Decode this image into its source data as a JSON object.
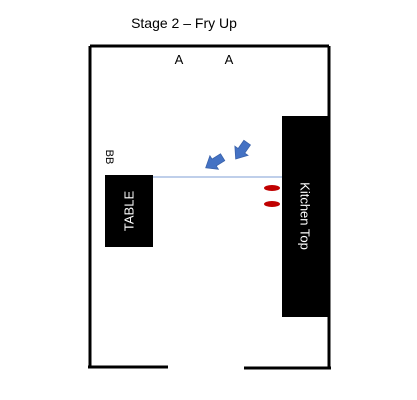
{
  "diagram": {
    "title": "Stage 2 – Fry Up",
    "labels": {
      "a_left": "A",
      "a_right": "A",
      "bb": "BB"
    },
    "table_label": "TABLE",
    "counter_label": "Kitchen Top",
    "icons": {
      "arrows": [
        "arrow-icon",
        "arrow-icon"
      ],
      "markers": [
        "red-oval-marker",
        "red-oval-marker"
      ]
    },
    "colors": {
      "wall": "#000000",
      "furniture": "#000000",
      "furniture_text": "#ffffff",
      "arrow": "#4472c4",
      "line": "#7f9fd4",
      "marker": "#c00000"
    }
  }
}
